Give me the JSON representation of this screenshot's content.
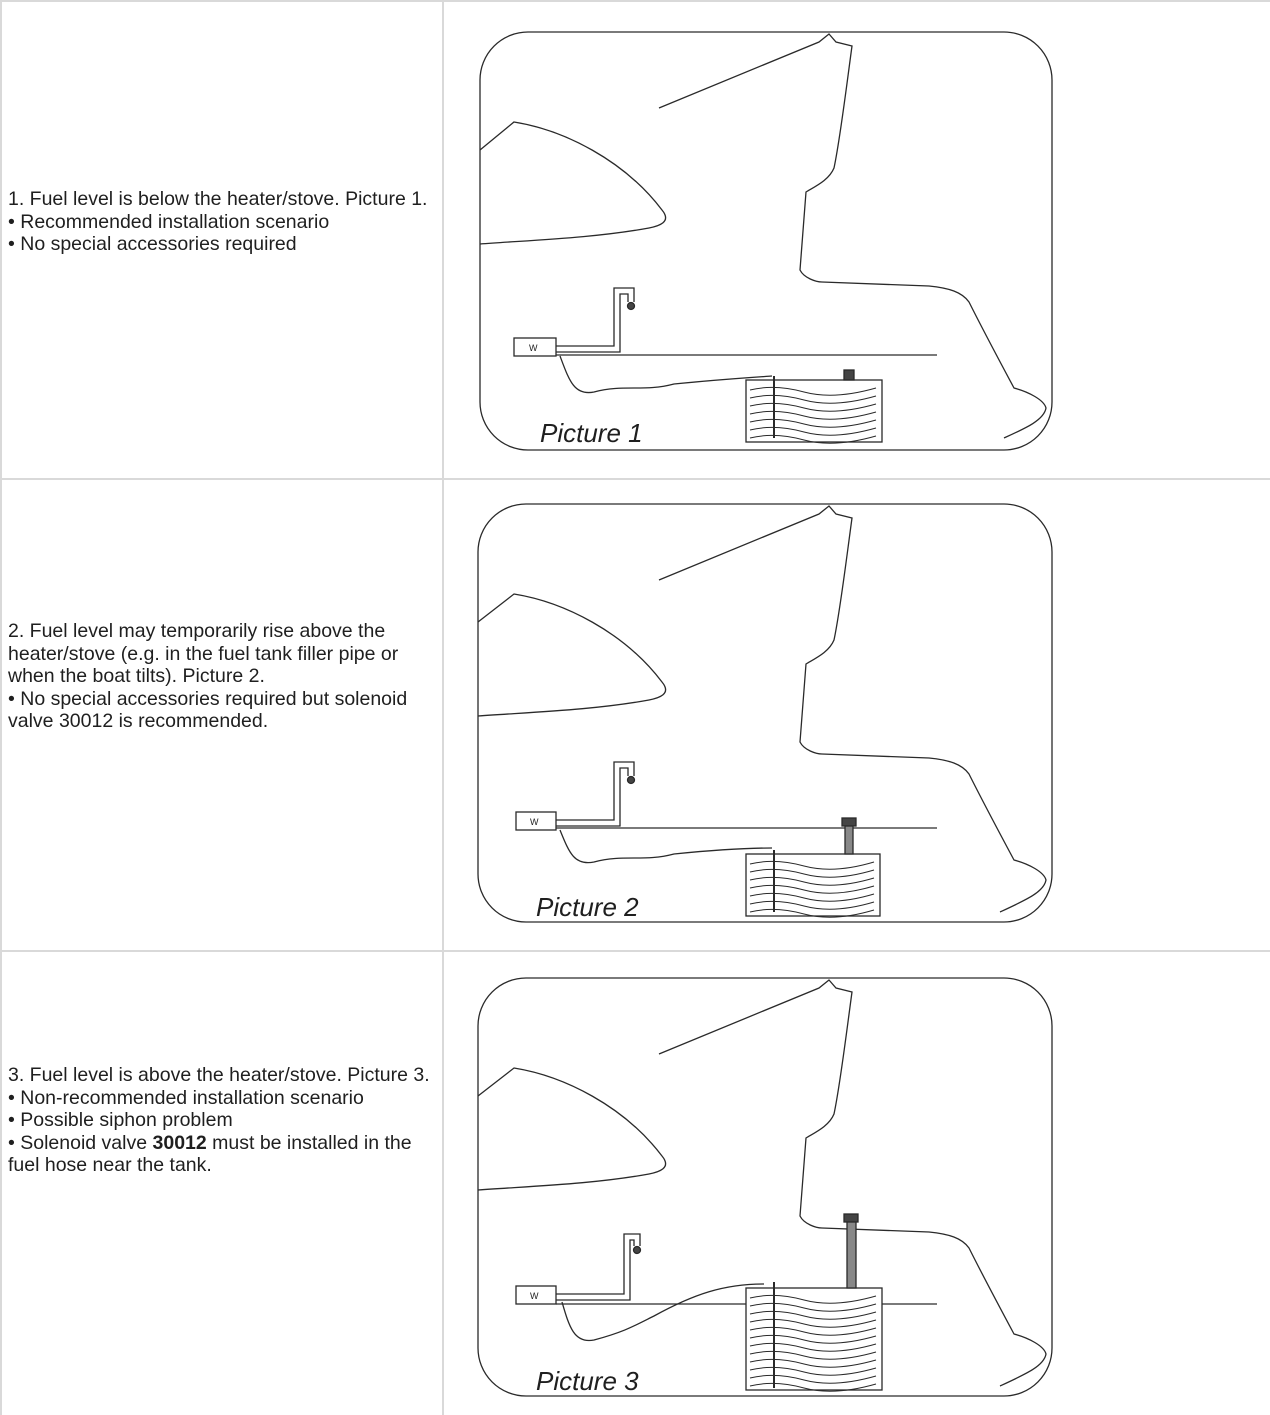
{
  "rows": [
    {
      "heading": "1. Fuel level is below the heater/stove. Picture 1.",
      "bullets": [
        "• Recommended installation scenario",
        "• No special accessories required"
      ],
      "caption": "Picture 1",
      "device_label": "W"
    },
    {
      "heading": "2. Fuel level may temporarily rise above the heater/stove (e.g. in the fuel tank filler pipe or when the boat tilts). Picture 2.",
      "bullets": [
        "• No special accessories required but solenoid valve 30012 is recommended."
      ],
      "caption": "Picture 2",
      "device_label": "W"
    },
    {
      "heading": "3. Fuel level is above the heater/stove. Picture 3.",
      "bullets": [
        "• Non-recommended installation scenario",
        "• Possible siphon problem"
      ],
      "bullet_bold": {
        "prefix": "• Solenoid valve ",
        "bold": "30012",
        "suffix": " must be installed in the fuel hose near the tank."
      },
      "caption": "Picture 3",
      "device_label": "W"
    }
  ]
}
